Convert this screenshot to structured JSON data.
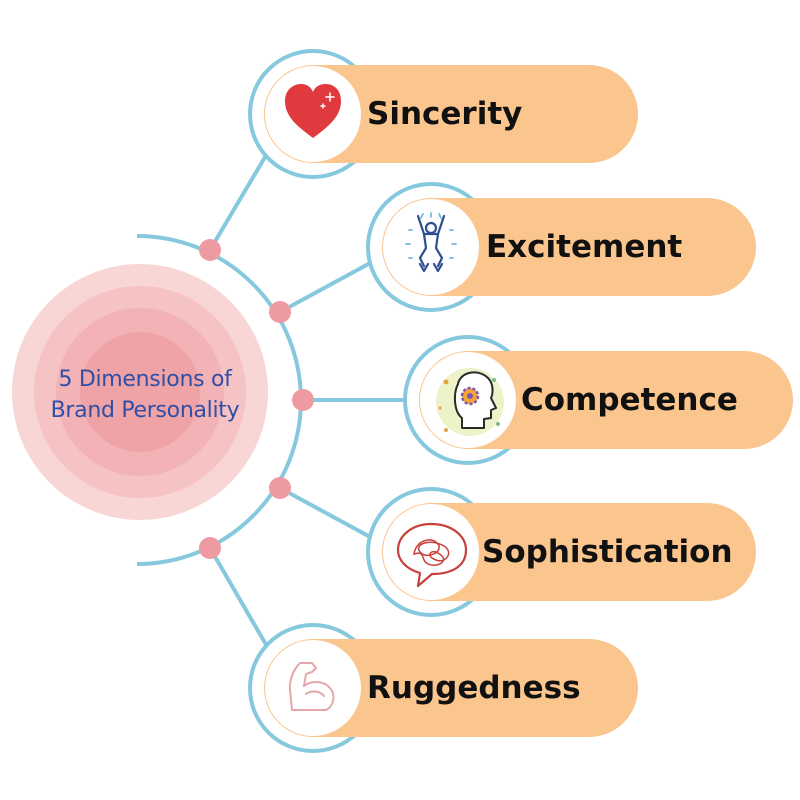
{
  "center": {
    "line1": "5 Dimensions of",
    "line2": "Brand Personality"
  },
  "dimensions": [
    {
      "label": "Sincerity",
      "icon": "heart-icon"
    },
    {
      "label": "Excitement",
      "icon": "jumping-person-icon"
    },
    {
      "label": "Competence",
      "icon": "head-gear-icon"
    },
    {
      "label": "Sophistication",
      "icon": "thought-bubble-icon"
    },
    {
      "label": "Ruggedness",
      "icon": "flexed-arm-icon"
    }
  ],
  "colors": {
    "pill": "#fbc58e",
    "ring": "#86c9de",
    "connector": "#86c9de",
    "dot": "#ee9aa3",
    "center_title": "#2f4fa6",
    "center_fill": "#f6c1c3"
  }
}
